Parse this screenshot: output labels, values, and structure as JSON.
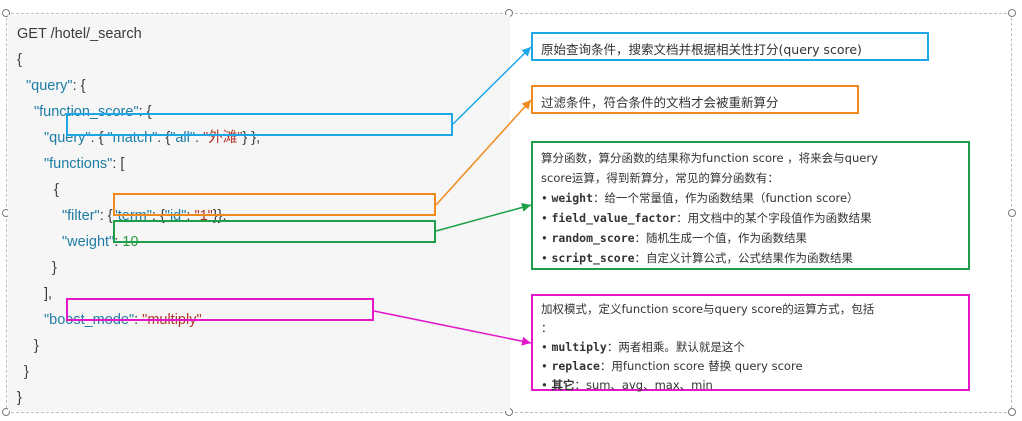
{
  "code": {
    "l1": "GET /hotel/_search",
    "l2": "{",
    "l3_key": "\"query\"",
    "l3_rest": ": {",
    "l4_key": "\"function_score\"",
    "l4_rest": ": {",
    "l5_key": "\"query\"",
    "l5_a": ": { ",
    "l5_b": "\"match\"",
    "l5_c": ": {",
    "l5_d": "\"all\"",
    "l5_e": ": ",
    "l5_f": "\"外滩\"",
    "l5_g": "} },",
    "l6_key": "\"functions\"",
    "l6_rest": ": [",
    "l7": "{",
    "l8_key": "\"filter\"",
    "l8_a": ": {",
    "l8_b": "\"term\"",
    "l8_c": ": {",
    "l8_d": "\"id\"",
    "l8_e": ": ",
    "l8_f": "\"1\"",
    "l8_g": "}},",
    "l9_key": "\"weight\"",
    "l9_a": ": ",
    "l9_b": "10",
    "l10": "}",
    "l11": "],",
    "l12_key": "\"boost_mode\"",
    "l12_a": ": ",
    "l12_b": "\"multiply\"",
    "l13": "}",
    "l14": "}",
    "l15": "}"
  },
  "notes": {
    "query_note": "原始查询条件，搜索文档并根据相关性打分(query score)",
    "filter_note": "过滤条件，符合条件的文档才会被重新算分",
    "func_note": {
      "line1": "算分函数，算分函数的结果称为function score ，将来会与query",
      "line2": "score运算，得到新算分，常见的算分函数有：",
      "items": [
        {
          "bullet": "•",
          "name": "weight",
          "desc": "：给一个常量值，作为函数结果（function score）"
        },
        {
          "bullet": "•",
          "name": "field_value_factor",
          "desc": "：用文档中的某个字段值作为函数结果"
        },
        {
          "bullet": "•",
          "name": "random_score",
          "desc": "：随机生成一个值，作为函数结果"
        },
        {
          "bullet": "•",
          "name": "script_score",
          "desc": "：自定义计算公式，公式结果作为函数结果"
        }
      ]
    },
    "boost_note": {
      "line1": "加权模式，定义function score与query score的运算方式，包括",
      "line2": "：",
      "items": [
        {
          "bullet": "•",
          "name": "multiply",
          "desc": "：两者相乘。默认就是这个"
        },
        {
          "bullet": "•",
          "name": "replace",
          "desc": "：用function score 替换 query score"
        },
        {
          "bullet": "•",
          "name": "其它",
          "desc": "：sum、avg、max、min"
        }
      ]
    }
  },
  "colors": {
    "query_box": "#1ea7e6",
    "filter_box": "#f08a1c",
    "weight_box": "#1d9f4a",
    "boost_box": "#e316c8"
  }
}
